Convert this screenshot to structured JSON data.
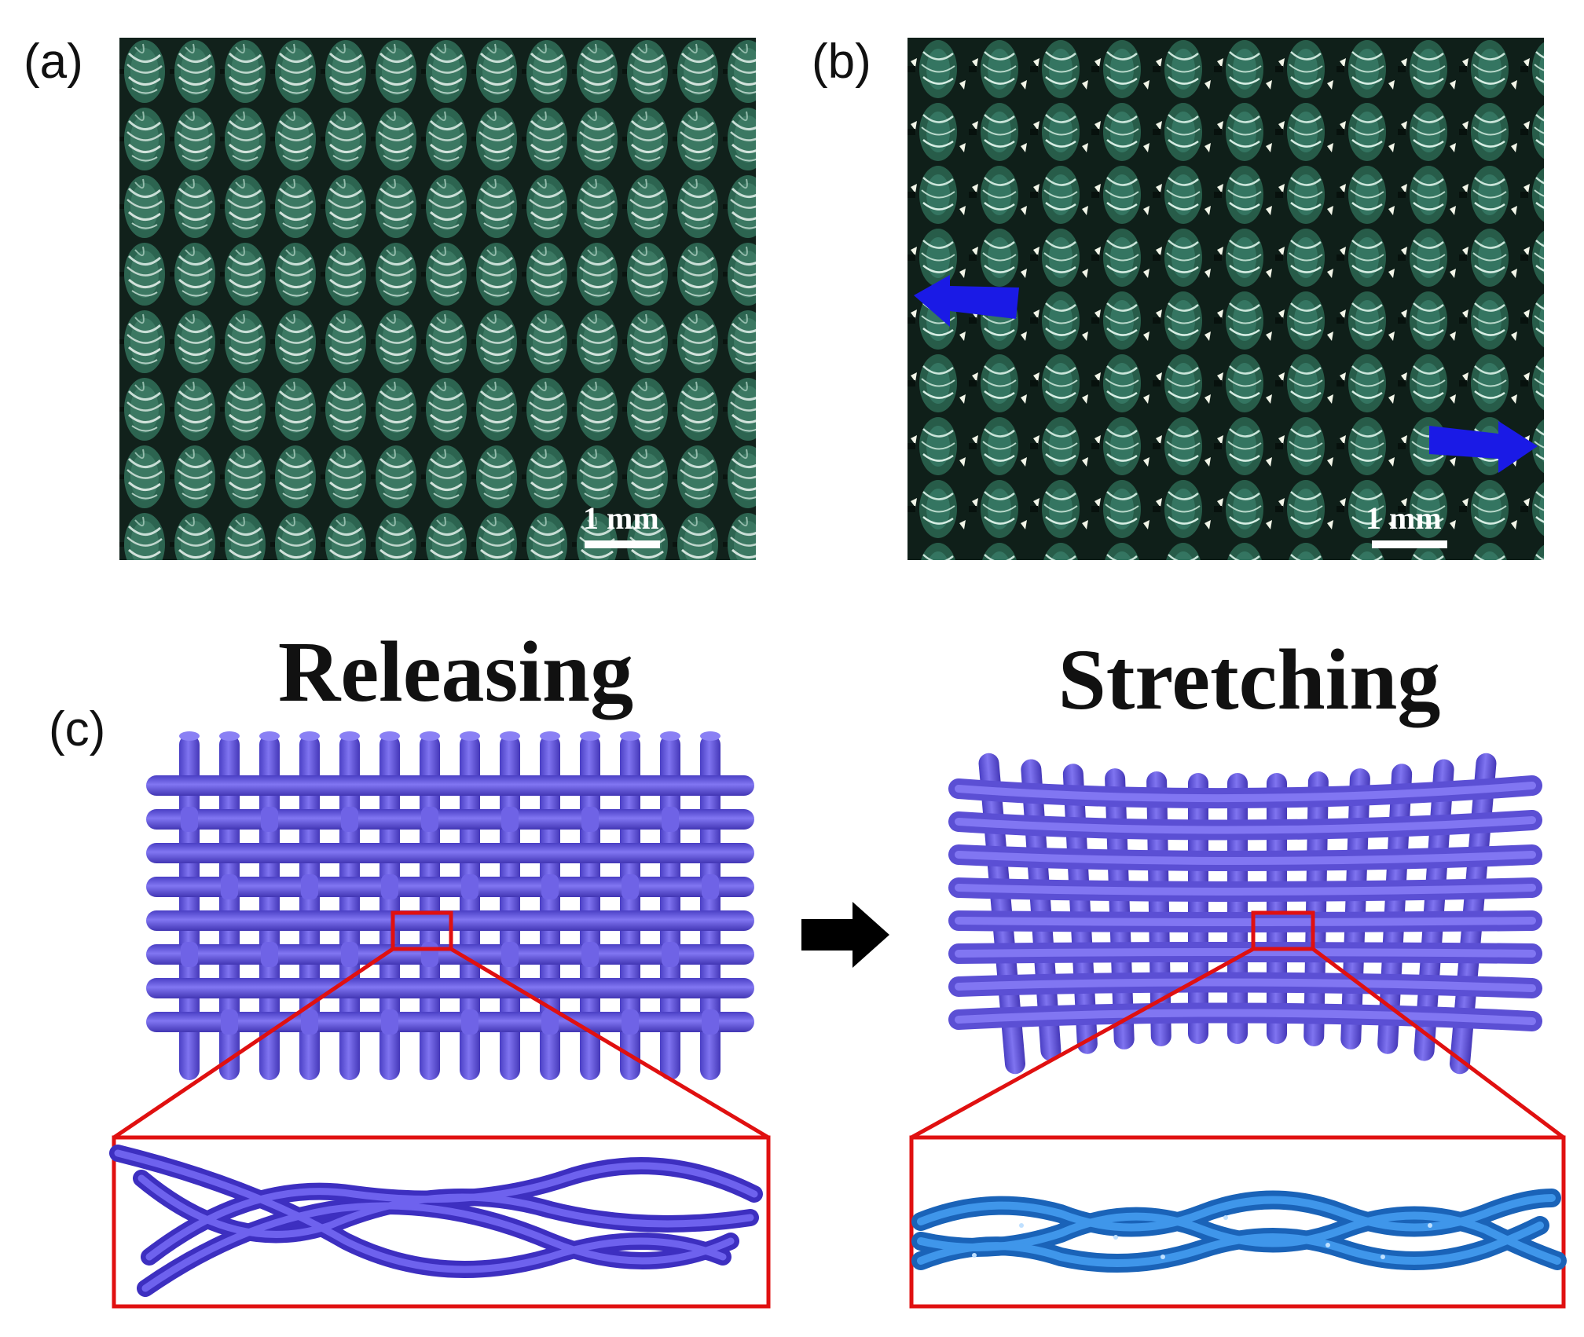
{
  "panels": {
    "a": {
      "label": "(a)",
      "scale_label": "1 mm"
    },
    "b": {
      "label": "(b)",
      "scale_label": "1 mm"
    },
    "c": {
      "label": "(c)",
      "left_title": "Releasing",
      "right_title": "Stretching"
    }
  },
  "colors": {
    "fabric_dark": "#12221c",
    "fabric_green": "#2f6b55",
    "fiber_highlight": "#d9efe6",
    "yarn_purple": "#6a5de0",
    "yarn_blue": "#2f86df",
    "zoom_red": "#e01010",
    "stretch_arrow_blue": "#1a1ae6",
    "process_arrow": "#000000"
  },
  "icons": {
    "stretch_arrows": "arrow-icon",
    "process_arrow": "right-arrow-icon"
  }
}
